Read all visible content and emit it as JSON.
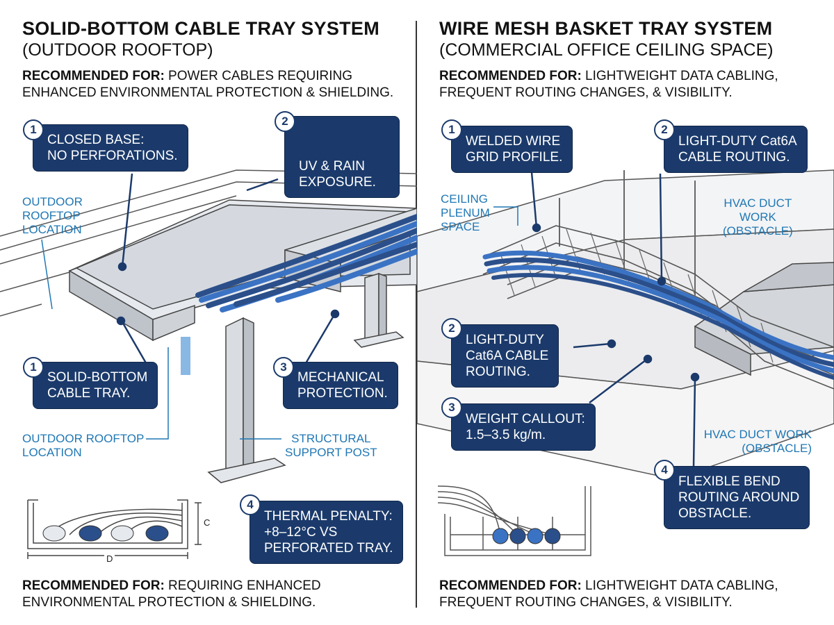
{
  "left": {
    "title": "SOLID-BOTTOM CABLE TRAY SYSTEM",
    "subtitle": "(OUTDOOR ROOFTOP)",
    "rec_top": {
      "label": "RECOMMENDED FOR:",
      "line1": " POWER CABLES REQUIRING",
      "line2": "ENHANCED ENVIRONMENTAL PROTECTION & SHIELDING."
    },
    "callouts": [
      {
        "num": "1",
        "line1": "CLOSED BASE:",
        "line2": "NO PERFORATIONS."
      },
      {
        "num": "2",
        "line1": "UV & RAIN",
        "line2": "EXPOSURE."
      },
      {
        "num": "1",
        "line1": "SOLID-BOTTOM",
        "line2": "CABLE TRAY."
      },
      {
        "num": "3",
        "line1": "MECHANICAL",
        "line2": "PROTECTION."
      },
      {
        "num": "4",
        "line1": "THERMAL PENALTY:",
        "line2": "+8–12°C VS",
        "line3": "PERFORATED TRAY."
      }
    ],
    "labels": {
      "outdoor_1a": "OUTDOOR",
      "outdoor_1b": "ROOFTOP",
      "outdoor_1c": "LOCATION",
      "outdoor_2a": "OUTDOOR ROOFTOP",
      "outdoor_2b": "LOCATION",
      "support_a": "STRUCTURAL",
      "support_b": "SUPPORT POST"
    },
    "dims": {
      "c": "C",
      "d": "D"
    },
    "rec_bottom": {
      "label": "RECOMMENDED FOR:",
      "line1": " REQUIRING ENHANCED",
      "line2": "ENVIRONMENTAL PROTECTION & SHIELDING."
    }
  },
  "right": {
    "title": "WIRE MESH BASKET TRAY SYSTEM",
    "subtitle": "(COMMERCIAL OFFICE CEILING SPACE)",
    "rec_top": {
      "label": "RECOMMENDED FOR:",
      "line1": " LIGHTWEIGHT DATA CABLING,",
      "line2": "FREQUENT ROUTING CHANGES, & VISIBILITY."
    },
    "callouts": [
      {
        "num": "1",
        "line1": "WELDED WIRE",
        "line2": "GRID PROFILE."
      },
      {
        "num": "2",
        "line1": "LIGHT-DUTY Cat6A",
        "line2": "CABLE ROUTING."
      },
      {
        "num": "2",
        "line1": "LIGHT-DUTY",
        "line2": "Cat6A CABLE",
        "line3": "ROUTING."
      },
      {
        "num": "3",
        "line1": "WEIGHT CALLOUT:",
        "line2": "1.5–3.5 kg/m."
      },
      {
        "num": "4",
        "line1": "FLEXIBLE BEND",
        "line2": "ROUTING AROUND",
        "line3": "OBSTACLE."
      }
    ],
    "labels": {
      "plenum_a": "CEILING",
      "plenum_b": "PLENUM",
      "plenum_c": "SPACE",
      "hvac1_a": "HVAC DUCT",
      "hvac1_b": "WORK",
      "hvac1_c": "(OBSTACLE)",
      "hvac2_a": "HVAC DUCT WORK",
      "hvac2_b": "(OBSTACLE)"
    },
    "rec_bottom": {
      "label": "RECOMMENDED FOR:",
      "line1": " LIGHTWEIGHT DATA CABLING,",
      "line2": "FREQUENT ROUTING CHANGES, & VISIBILITY."
    }
  },
  "colors": {
    "navy": "#1b3a6b",
    "label_blue": "#1f77b4",
    "cable_blue": "#3b73c4"
  }
}
